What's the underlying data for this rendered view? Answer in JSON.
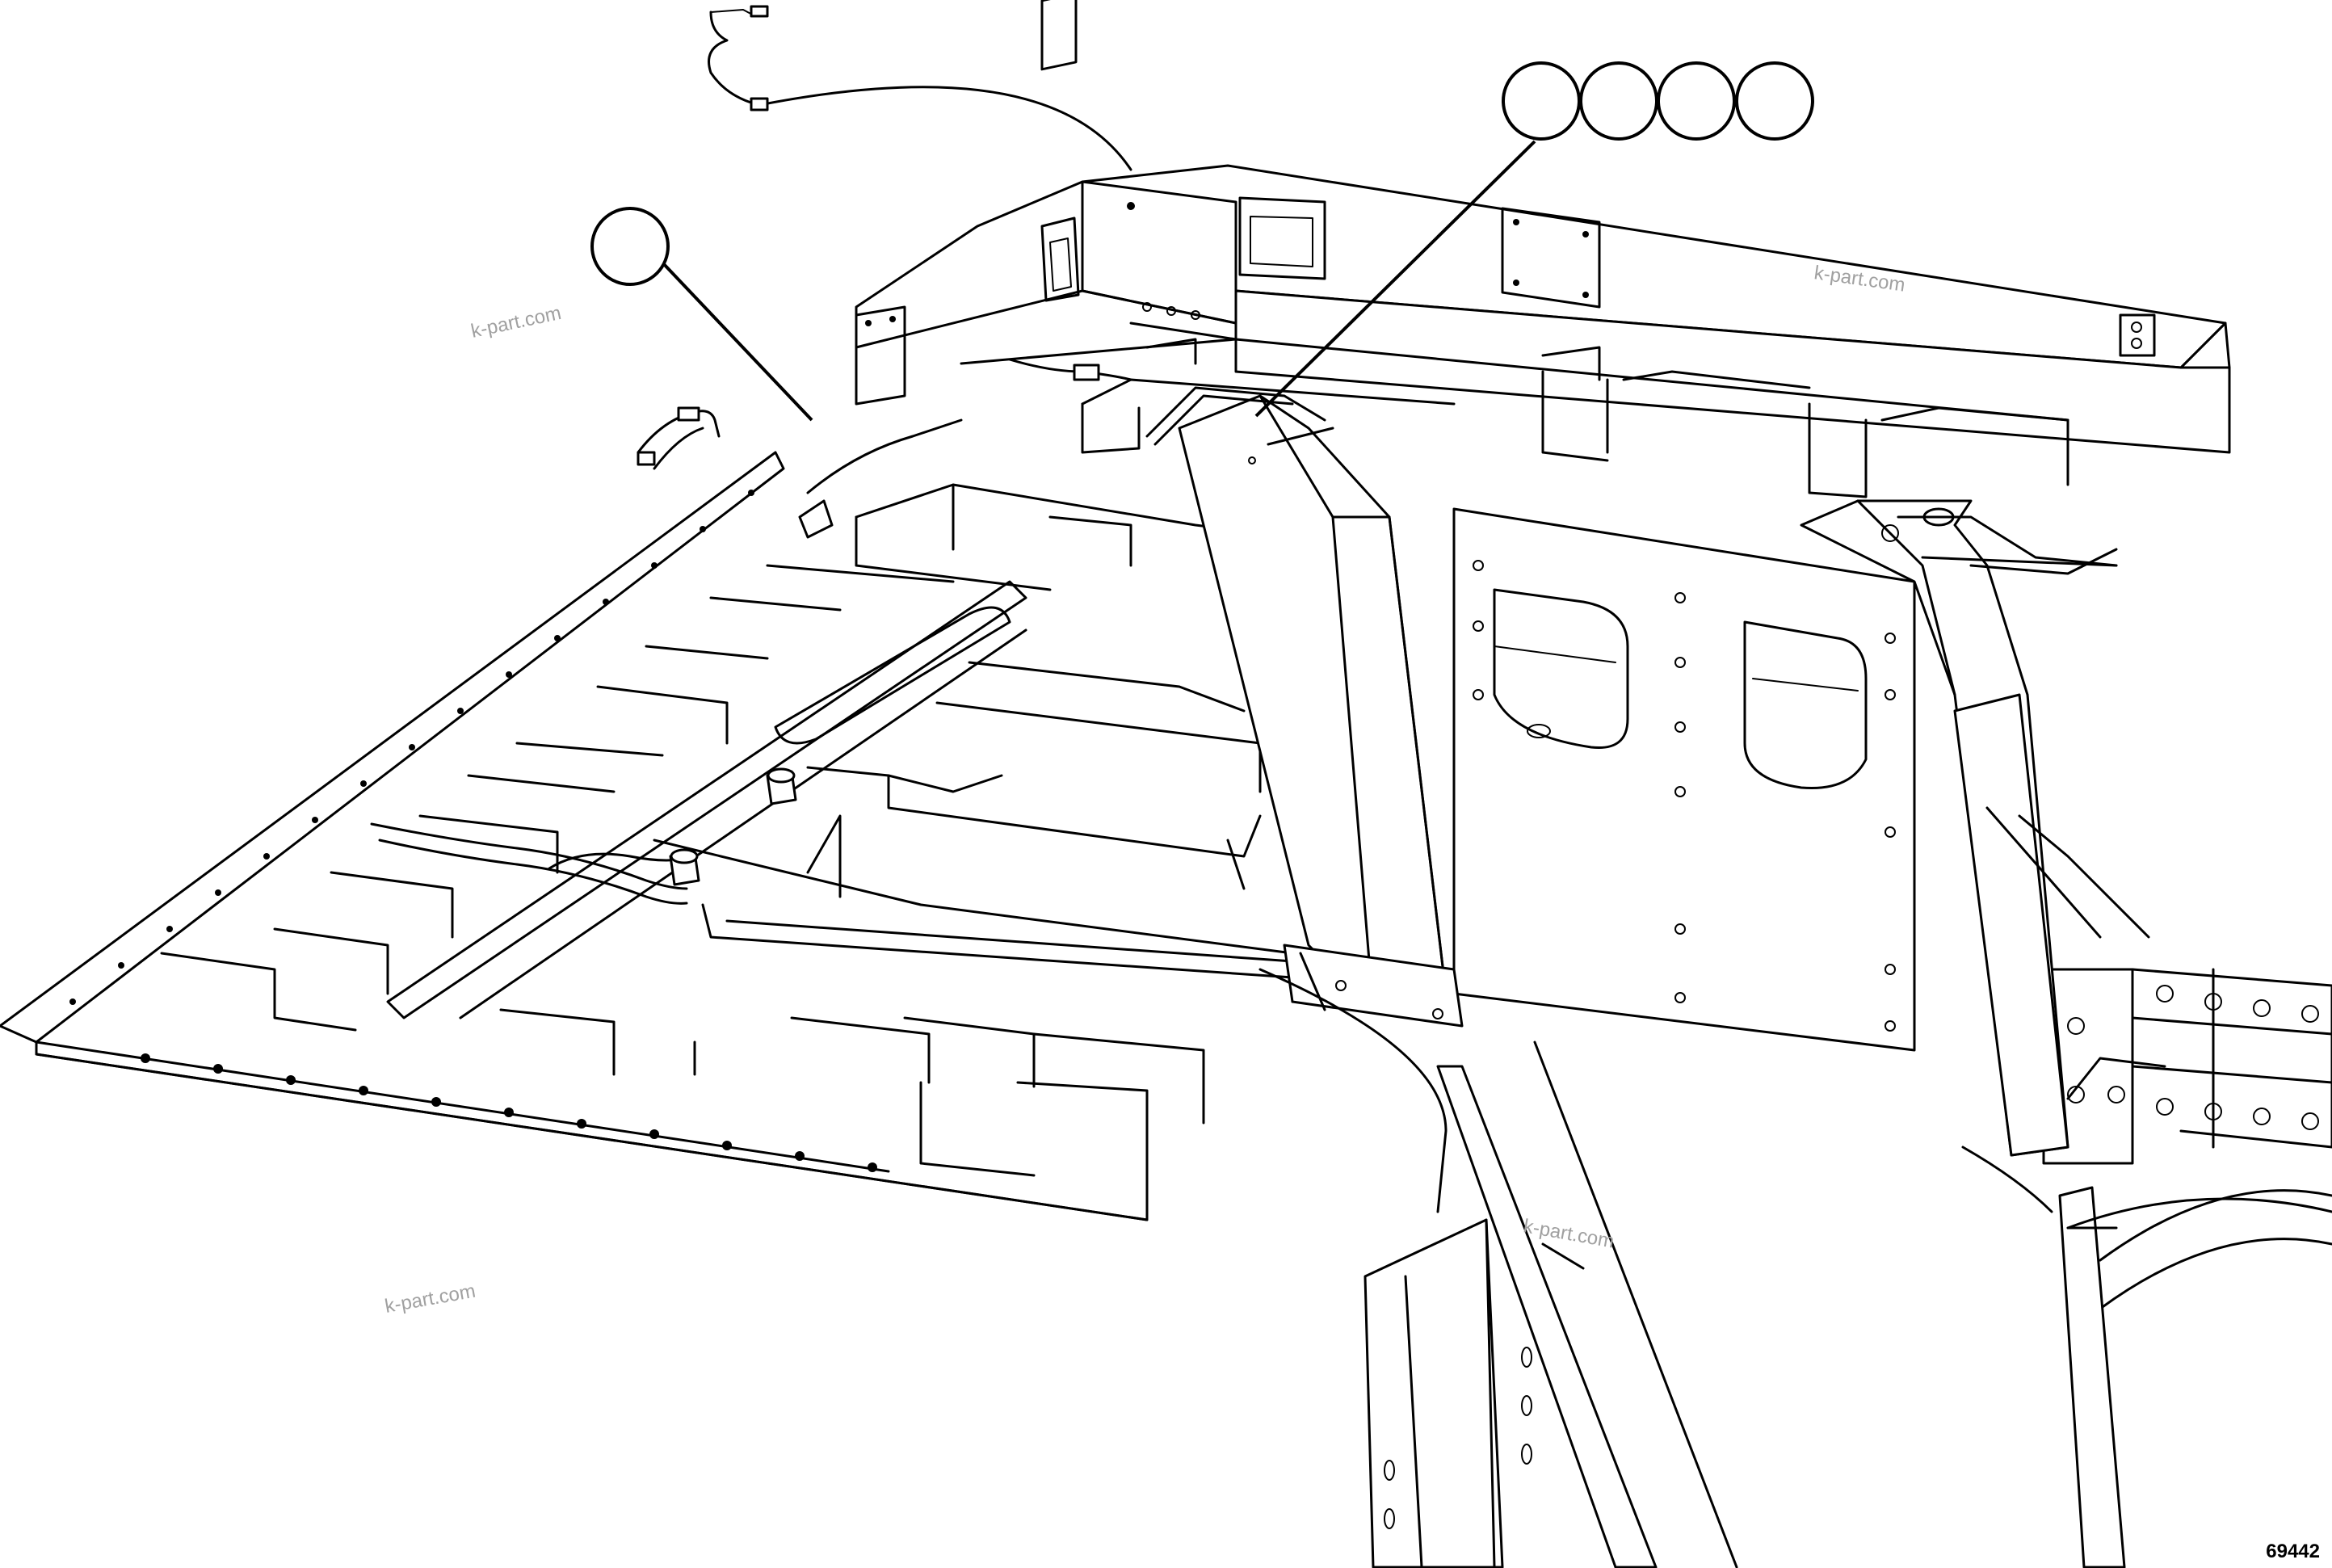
{
  "watermarks": [
    "k-part.com",
    "k-part.com",
    "k-part.com",
    "k-part.com"
  ],
  "figure_number": "69442",
  "callouts": {
    "single": "",
    "group": [
      "",
      "",
      "",
      ""
    ]
  }
}
